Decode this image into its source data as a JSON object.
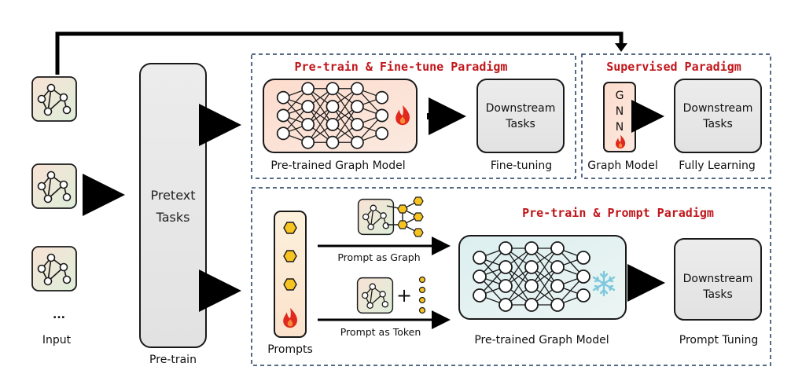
{
  "input": {
    "label": "Input",
    "ellipsis": "..."
  },
  "pretext": {
    "line1": "Pretext",
    "line2": "Tasks",
    "caption": "Pre-train"
  },
  "finetune": {
    "title": "Pre-train & Fine-tune Paradigm",
    "model_caption": "Pre-trained Graph Model",
    "downstream_line1": "Downstream",
    "downstream_line2": "Tasks",
    "method_caption": "Fine-tuning"
  },
  "supervised": {
    "title": "Supervised Paradigm",
    "gnn_letters": [
      "G",
      "N",
      "N"
    ],
    "model_caption": "Graph Model",
    "downstream_line1": "Downstream",
    "downstream_line2": "Tasks",
    "method_caption": "Fully Learning"
  },
  "prompt": {
    "title": "Pre-train & Prompt Paradigm",
    "prompts_caption": "Prompts",
    "as_graph": "Prompt as Graph",
    "as_token": "Prompt as Token",
    "plus": "+",
    "model_caption": "Pre-trained Graph Model",
    "downstream_line1": "Downstream",
    "downstream_line2": "Tasks",
    "method_caption": "Prompt Tuning"
  },
  "icons": [
    "graph-icon",
    "flame-icon",
    "snowflake-icon",
    "hexagon-icon",
    "neural-network-icon"
  ],
  "colors": {
    "accent_red": "#c0161b",
    "dashed_border": "#1f3a5f",
    "flame": "#e0281c",
    "snowflake": "#7ec8dd",
    "hexagon": "#f6c320",
    "box_fill": "#e9e9e9"
  }
}
